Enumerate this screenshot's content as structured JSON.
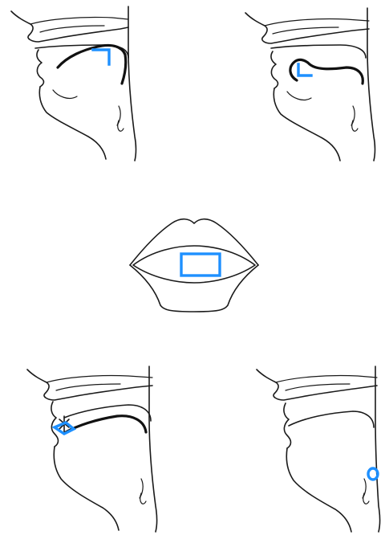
{
  "colors": {
    "line": "#1a1a1a",
    "marker": "#1e90ff",
    "background": "#ffffff"
  },
  "panels": [
    {
      "id": "top-left",
      "view": "sagittal",
      "marker": "corner-bracket"
    },
    {
      "id": "top-right",
      "view": "sagittal",
      "marker": "corner-bracket"
    },
    {
      "id": "center",
      "view": "frontal-lips",
      "marker": "rectangle"
    },
    {
      "id": "bottom-left",
      "view": "sagittal",
      "marker": "contact-point"
    },
    {
      "id": "bottom-right",
      "view": "sagittal",
      "marker": "small-ellipse"
    }
  ]
}
